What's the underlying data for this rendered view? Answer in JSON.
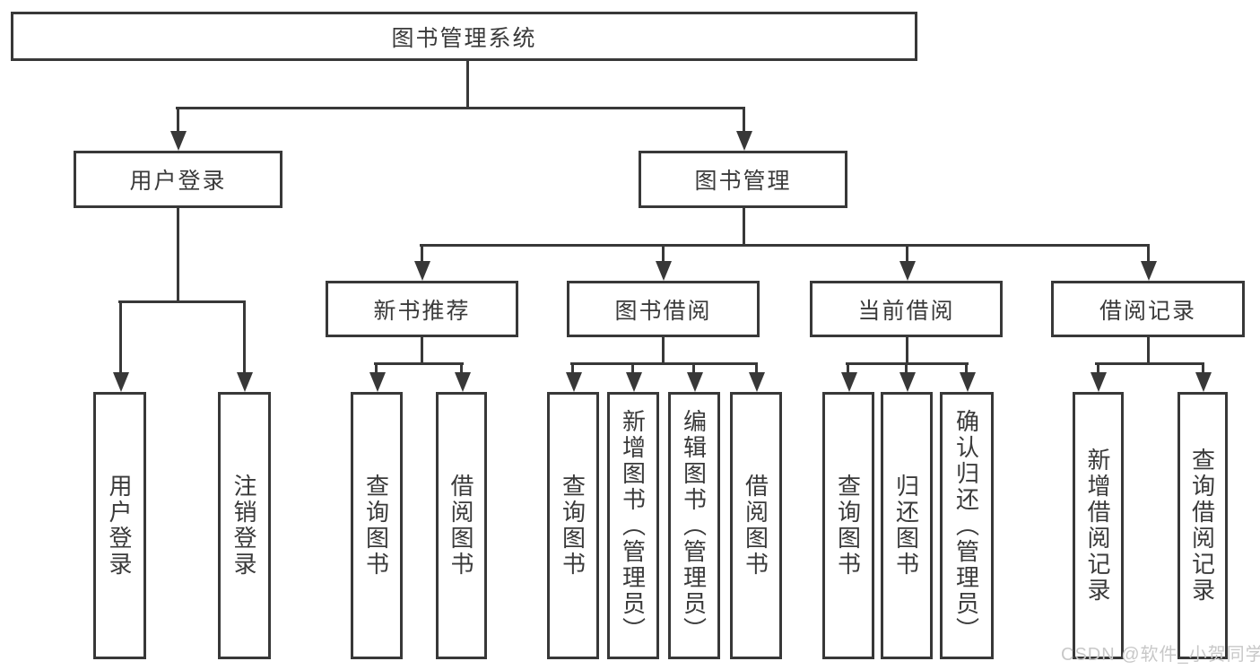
{
  "title": "图书管理系统",
  "colors": {
    "line": "#383838",
    "text": "#3a3a3a",
    "watermark": "#c8c8c8",
    "background": "#ffffff"
  },
  "watermark": {
    "text": "CSDN @软件_小贺同学"
  },
  "tree": {
    "label": "图书管理系统",
    "children": [
      {
        "label": "用户登录",
        "children": [
          {
            "label": "用户登录"
          },
          {
            "label": "注销登录"
          }
        ]
      },
      {
        "label": "图书管理",
        "children": [
          {
            "label": "新书推荐",
            "children": [
              {
                "label": "查询图书"
              },
              {
                "label": "借阅图书"
              }
            ]
          },
          {
            "label": "图书借阅",
            "children": [
              {
                "label": "查询图书"
              },
              {
                "label": "新增图书（管理员）"
              },
              {
                "label": "编辑图书（管理员）"
              },
              {
                "label": "借阅图书"
              }
            ]
          },
          {
            "label": "当前借阅",
            "children": [
              {
                "label": "查询图书"
              },
              {
                "label": "归还图书"
              },
              {
                "label": "确认归还（管理员）"
              }
            ]
          },
          {
            "label": "借阅记录",
            "children": [
              {
                "label": "新增借阅记录"
              },
              {
                "label": "查询借阅记录"
              }
            ]
          }
        ]
      }
    ]
  }
}
